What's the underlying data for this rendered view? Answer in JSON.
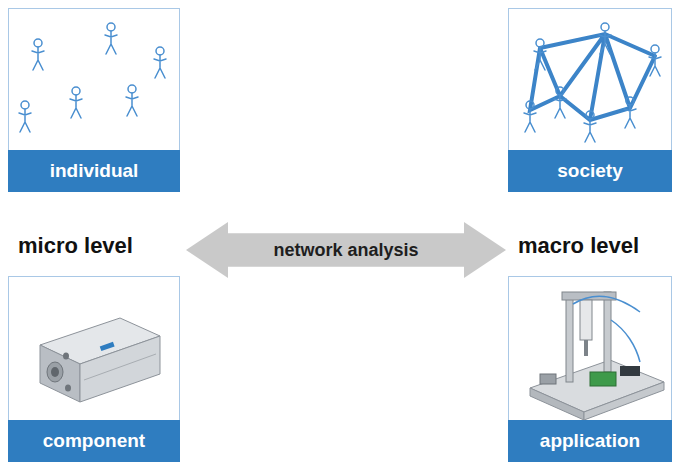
{
  "diagram": {
    "nodes": [
      {
        "text": [
          "individual"
        ]
      },
      {
        "text": [
          "society"
        ]
      },
      {
        "text": [
          "network analysis"
        ]
      },
      {
        "text": [
          "component"
        ]
      },
      {
        "text": [
          "application"
        ]
      }
    ],
    "labels": [
      "micro level",
      "macro level"
    ]
  }
}
